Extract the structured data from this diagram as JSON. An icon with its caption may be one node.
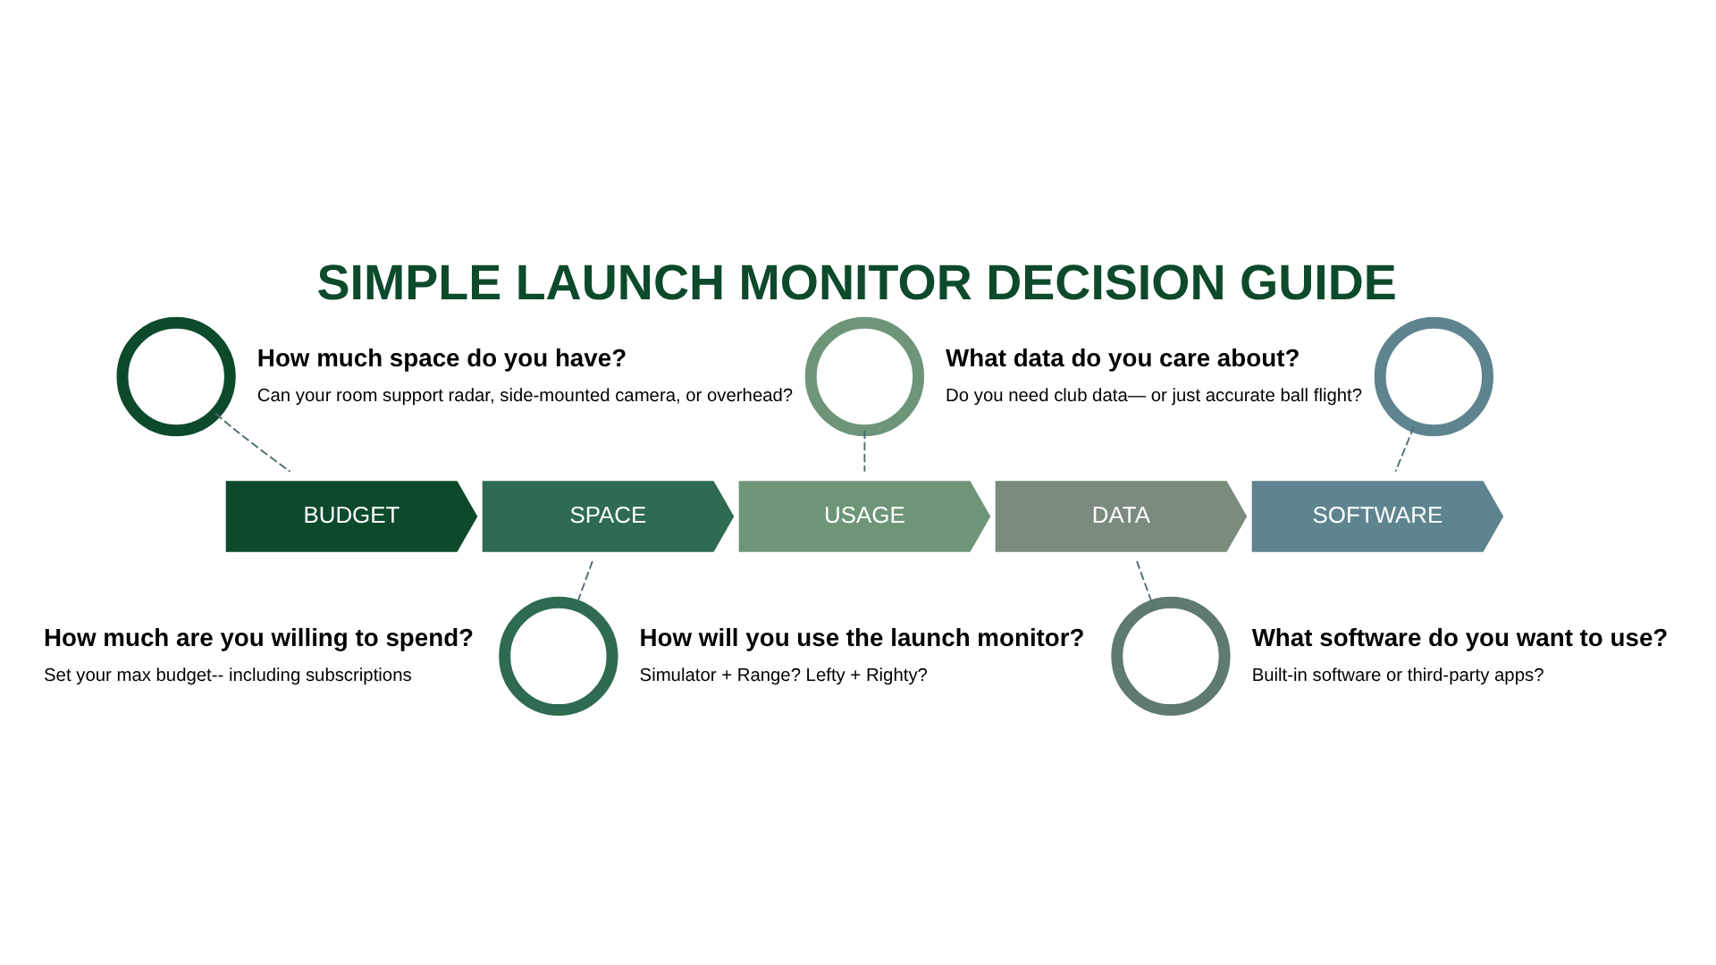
{
  "diagram": {
    "title": "SIMPLE LAUNCH MONITOR DECISION GUIDE",
    "nodes": [
      {
        "text": [
          "BUDGET"
        ],
        "beside": [
          "How much are you willing to spend?",
          "Set your max budget-- including subscriptions"
        ]
      },
      {
        "text": [
          "SPACE"
        ],
        "beside": [
          "How much space do you have?",
          "Can your room support radar, side-mounted camera, or overhead?"
        ]
      },
      {
        "text": [
          "USAGE"
        ],
        "beside": [
          "How will you use the launch monitor?",
          "Simulator + Range? Lefty + Righty?"
        ]
      },
      {
        "text": [
          "DATA"
        ],
        "beside": [
          "What data do you care about?",
          "Do you need club data— or just accurate ball flight?"
        ]
      },
      {
        "text": [
          "SOFTWARE"
        ],
        "beside": [
          "What software do you want to use?",
          "Built-in software or third-party apps?"
        ]
      },
      {
        "text": [],
        "shape": "circle"
      },
      {
        "text": [],
        "shape": "circle"
      },
      {
        "text": [],
        "shape": "circle"
      },
      {
        "text": [],
        "shape": "circle"
      },
      {
        "text": [],
        "shape": "circle"
      }
    ],
    "edges": [
      {
        "from": 5,
        "to": 0,
        "arrow": "none",
        "style": "dashed"
      },
      {
        "from": 1,
        "to": 6,
        "arrow": "none",
        "style": "dashed"
      },
      {
        "from": 7,
        "to": 2,
        "arrow": "none",
        "style": "dashed"
      },
      {
        "from": 3,
        "to": 8,
        "arrow": "none",
        "style": "dashed"
      },
      {
        "from": 9,
        "to": 4,
        "arrow": "none",
        "style": "dashed"
      }
    ]
  }
}
